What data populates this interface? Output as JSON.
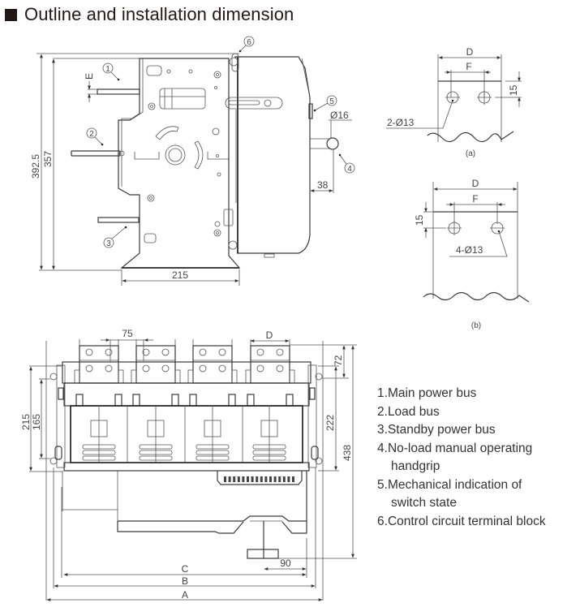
{
  "header": {
    "title": "Outline and installation dimension"
  },
  "side_view": {
    "dimensions": {
      "overall_height": "392.5",
      "height": "357",
      "bus_thickness": "E",
      "base_width": "215",
      "handgrip_diameter": "Ø16",
      "handgrip_offset": "38"
    },
    "callouts": [
      "1",
      "2",
      "3",
      "4",
      "5",
      "6"
    ]
  },
  "detail_a": {
    "width_label": "D",
    "pitch_label": "F",
    "edge_offset": "15",
    "holes": "2-Ø13",
    "caption": "(a)"
  },
  "detail_b": {
    "width_label": "D",
    "pitch_label": "F",
    "edge_offset": "15",
    "holes": "4-Ø13",
    "caption": "(b)"
  },
  "front_view": {
    "dimensions": {
      "pole_pitch": "75",
      "terminal_width": "D",
      "outer_height": "215",
      "inner_height": "165",
      "top_offset": "72",
      "mount_height": "222",
      "overall_height": "438",
      "handle_offset": "90",
      "width_c": "C",
      "width_b": "B",
      "width_a": "A"
    }
  },
  "legend": {
    "items": [
      {
        "num": "1.",
        "text": "Main power bus"
      },
      {
        "num": "2.",
        "text": "Load bus"
      },
      {
        "num": "3.",
        "text": "Standby power bus"
      },
      {
        "num": "4.",
        "text": "No-load manual operating",
        "cont": "handgrip"
      },
      {
        "num": "5.",
        "text": "Mechanical indication of",
        "cont": "switch state"
      },
      {
        "num": "6.",
        "text": "Control circuit terminal block"
      }
    ]
  },
  "colors": {
    "line": "#3a3a3a",
    "text": "#231815"
  }
}
